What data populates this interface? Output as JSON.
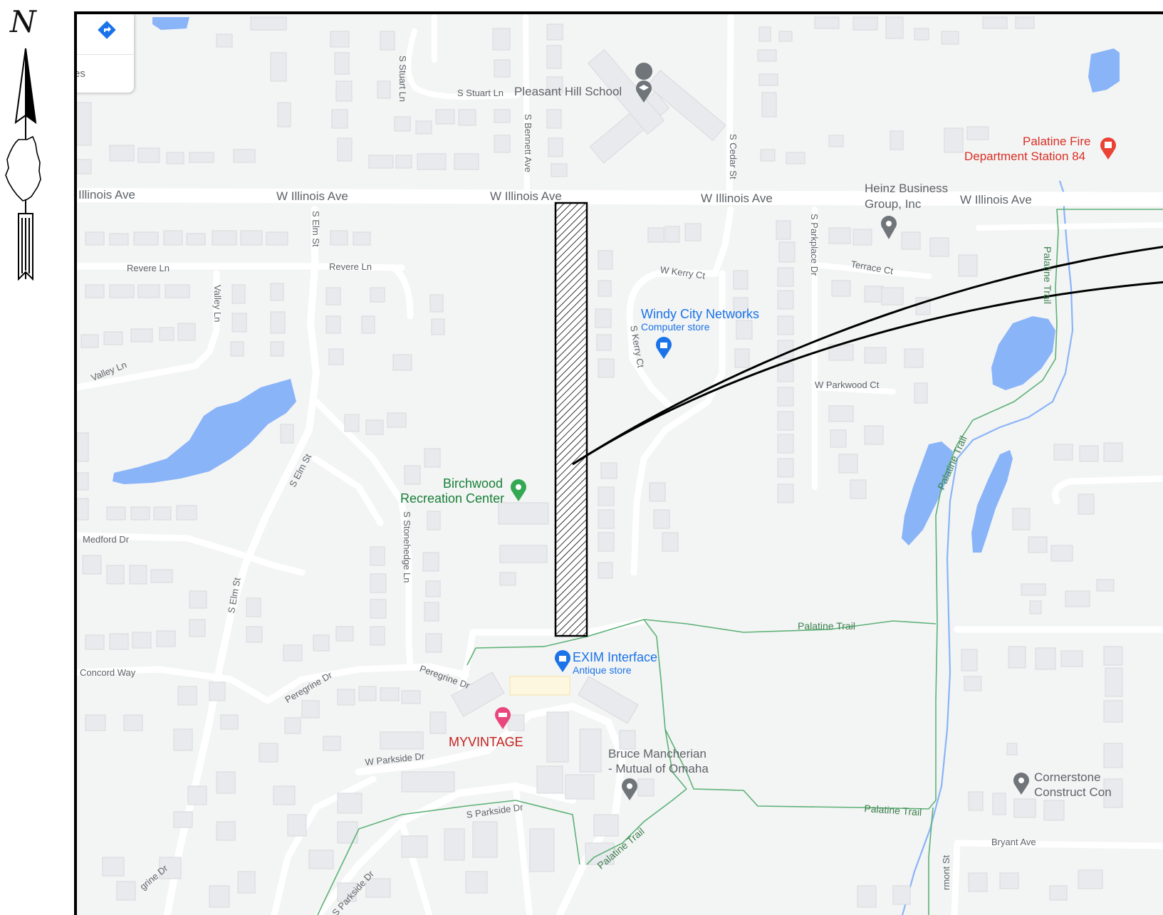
{
  "north": {
    "label": "N"
  },
  "map": {
    "panel": {
      "partial_text": "es"
    },
    "streets": {
      "illinois_1": "Illinois Ave",
      "illinois_2": "W Illinois Ave",
      "illinois_3": "W Illinois Ave",
      "illinois_4": "W Illinois Ave",
      "illinois_5": "W Illinois Ave",
      "stuart_ln_v": "S Stuart Ln",
      "stuart_ln_h": "S Stuart Ln",
      "bennett": "S Bennett Ave",
      "cedar": "S Cedar St",
      "elm_1": "S Elm St",
      "elm_2": "S Elm St",
      "elm_3": "S Elm St",
      "revere_1": "Revere Ln",
      "revere_2": "Revere Ln",
      "valley_v": "Valley Ln",
      "valley_h": "Valley Ln",
      "medford": "Medford Dr",
      "concord": "Concord Way",
      "peregrine_1": "Peregrine Dr",
      "peregrine_2": "Peregrine Dr",
      "peregrine_3": "grine Dr",
      "stonehedge": "S Stonehedge Ln",
      "kerry_ct_w": "W Kerry Ct",
      "kerry_ct_s": "S Kerry Ct",
      "parkplace": "S Parkplace Dr",
      "terrace": "Terrace Ct",
      "parkwood": "W Parkwood Ct",
      "parkside_w": "W Parkside Dr",
      "parkside_s": "S Parkside Dr",
      "parkside_s2": "S Parkside Dr",
      "bryant": "Bryant Ave",
      "vermont": "rmont St"
    },
    "trails": {
      "t1": "Palatine Trail",
      "t2": "Palatine Trail",
      "t3": "Palatine Trail",
      "t4": "Palatine Trail",
      "t5": "Palatine Trail"
    },
    "pois": {
      "school": "Pleasant Hill School",
      "fire_1": "Palatine Fire",
      "fire_2": "Department Station 84",
      "heinz_1": "Heinz Business",
      "heinz_2": "Group, Inc",
      "windy": "Windy City Networks",
      "windy_sub": "Computer store",
      "birchwood_1": "Birchwood",
      "birchwood_2": "Recreation Center",
      "exim": "EXIM Interface",
      "exim_sub": "Antique store",
      "myvintage": "MYVINTAGE",
      "bruce_1": "Bruce Mancherian",
      "bruce_2": "- Mutual of Omaha",
      "cornerstone_1": "Cornerstone",
      "cornerstone_2": "Construct Con"
    },
    "colors": {
      "background": "#f3f4f4",
      "road": "#ffffff",
      "building": "#e8eaed",
      "water": "#8ab4f8",
      "trail": "#5cb176",
      "poi_blue": "#1a73e8",
      "poi_green": "#34a853",
      "poi_red": "#ea4335",
      "poi_pink": "#e8467c",
      "poi_gray": "#70757a"
    }
  }
}
